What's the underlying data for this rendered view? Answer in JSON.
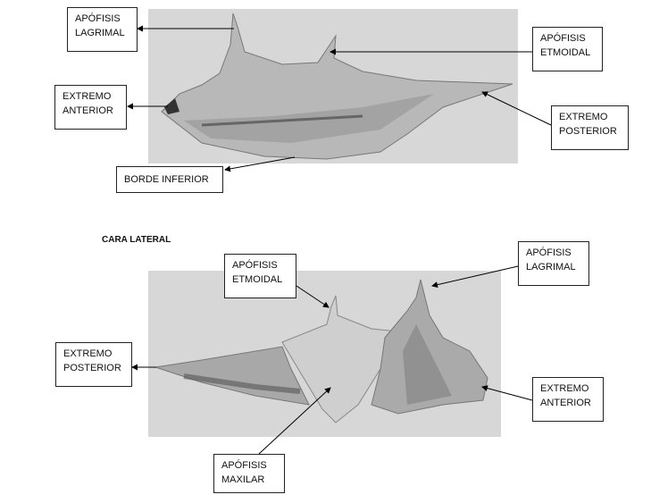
{
  "top_view": {
    "labels": {
      "apofisis_lagrimal": [
        "APÓFISIS",
        "LAGRIMAL"
      ],
      "apofisis_etmoidal": [
        "APÓFISIS",
        "ETMOIDAL"
      ],
      "extremo_anterior": [
        "EXTREMO",
        "ANTERIOR"
      ],
      "extremo_posterior": [
        "EXTREMO",
        "POSTERIOR"
      ],
      "borde_inferior": [
        "BORDE INFERIOR"
      ]
    }
  },
  "section_heading": "CARA LATERAL",
  "bottom_view": {
    "labels": {
      "apofisis_etmoidal": [
        "APÓFISIS",
        "ETMOIDAL"
      ],
      "apofisis_lagrimal": [
        "APÓFISIS",
        "LAGRIMAL"
      ],
      "extremo_posterior": [
        "EXTREMO",
        "POSTERIOR"
      ],
      "extremo_anterior": [
        "EXTREMO",
        "ANTERIOR"
      ],
      "apofisis_maxilar": [
        "APÓFISIS",
        "MAXILAR"
      ]
    }
  },
  "colors": {
    "photo_bg": "#d7d7d7",
    "bone": "#bdbdbd",
    "bone_dark": "#7a7a7a",
    "line": "#000000"
  }
}
